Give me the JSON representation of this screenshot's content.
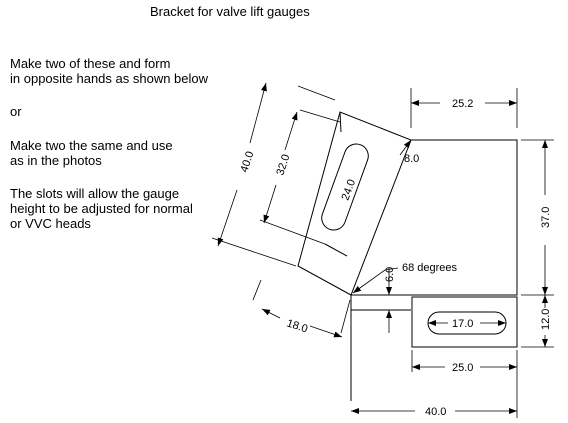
{
  "title": "Bracket for valve lift gauges",
  "notes": {
    "line1a": "Make two of these and form",
    "line1b": "in opposite hands as shown below",
    "or": "or",
    "line2a": "Make two the same and use",
    "line2b": "as in the photos",
    "line3a": "The slots will allow the gauge",
    "line3b": "height to be adjusted for normal",
    "line3c": "or VVC heads"
  },
  "dimensions": {
    "top_width": "25.2",
    "top_height": "37.0",
    "bottom_height": "12.0",
    "inner_rect_height": "6.0",
    "slot_length_bottom": "17.0",
    "inner_rect_width": "25.0",
    "total_width": "40.0",
    "angle": "68 degrees",
    "tilted_length": "40.0",
    "tilted_slot_span": "32.0",
    "tilted_slot_length": "24.0",
    "tilted_offset": "8.0",
    "tilted_width": "18.0"
  }
}
